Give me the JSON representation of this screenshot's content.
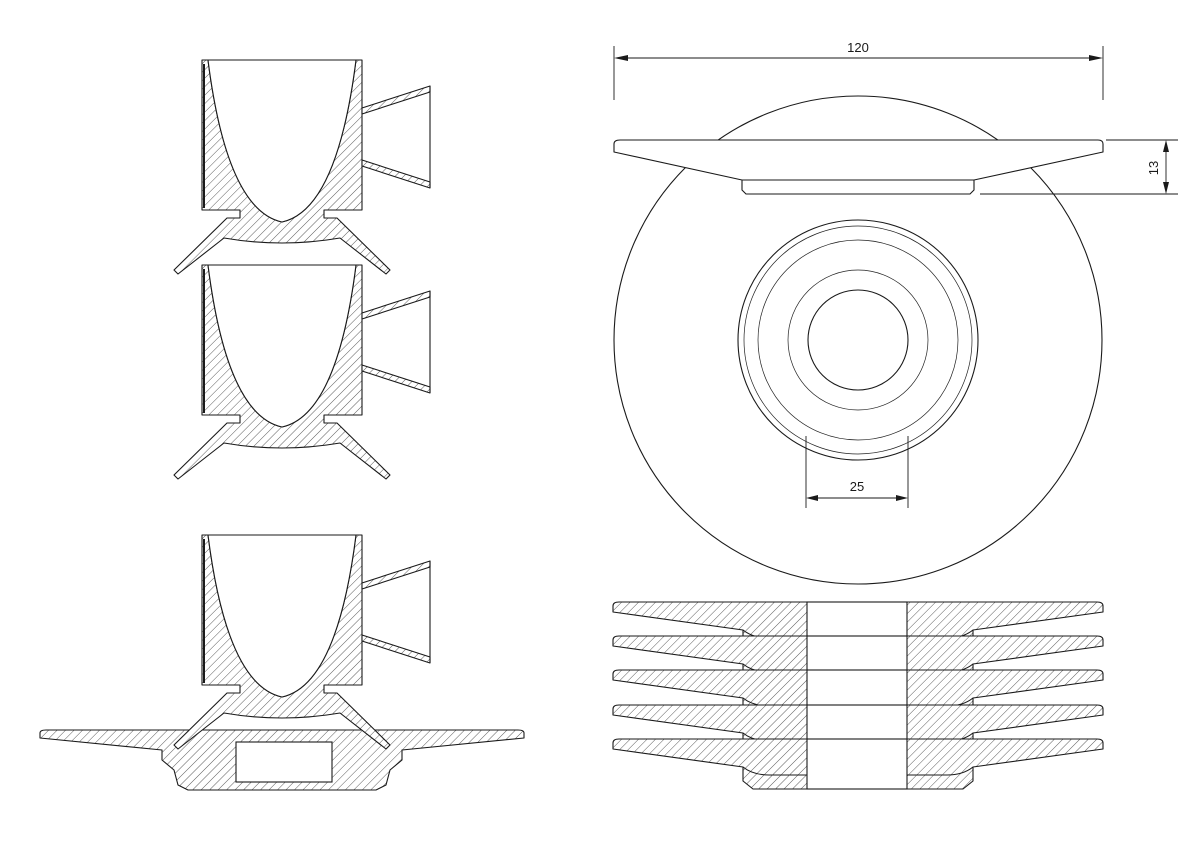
{
  "dimensions": {
    "width_label": "120",
    "height_label": "13",
    "hole_label": "25"
  },
  "drawing": {
    "cup_views": 3,
    "stacked_saucers": 5
  }
}
